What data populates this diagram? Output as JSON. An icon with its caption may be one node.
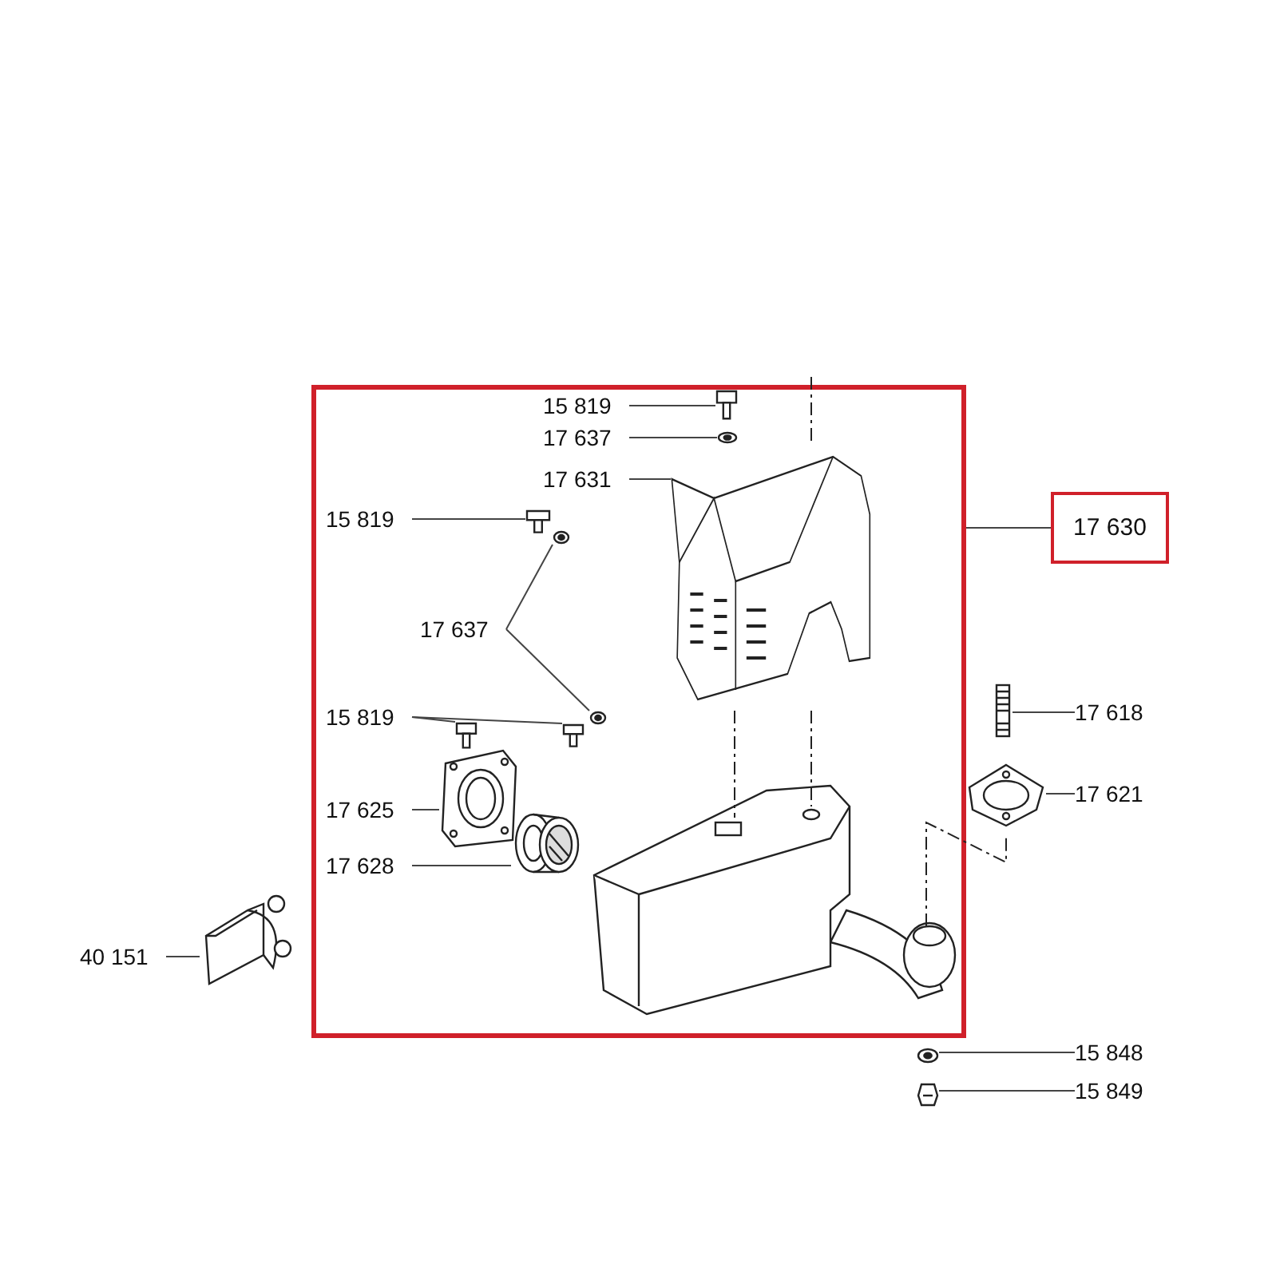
{
  "diagram": {
    "nodes": [
      {
        "text": [],
        "shape": "box"
      },
      {
        "text": [
          "15 819"
        ],
        "in": 0
      },
      {
        "text": [],
        "shape": "picture",
        "in": 0
      },
      {
        "text": [
          "17 637"
        ],
        "in": 0
      },
      {
        "text": [],
        "shape": "picture",
        "in": 0
      },
      {
        "text": [
          "17 631"
        ],
        "in": 0
      },
      {
        "text": [],
        "shape": "picture",
        "in": 0
      },
      {
        "text": [
          "15 819"
        ],
        "in": 0
      },
      {
        "text": [],
        "shape": "picture",
        "in": 0
      },
      {
        "text": [
          "17 637"
        ],
        "in": 0
      },
      {
        "text": [],
        "shape": "picture",
        "in": 0
      },
      {
        "text": [],
        "shape": "picture",
        "in": 0
      },
      {
        "text": [
          "15 819"
        ],
        "in": 0
      },
      {
        "text": [],
        "shape": "picture",
        "in": 0
      },
      {
        "text": [],
        "shape": "picture",
        "in": 0
      },
      {
        "text": [
          "17 625"
        ],
        "in": 0
      },
      {
        "text": [],
        "shape": "picture",
        "in": 0
      },
      {
        "text": [
          "17 628"
        ],
        "in": 0
      },
      {
        "text": [],
        "shape": "picture",
        "in": 0
      },
      {
        "text": [
          "17 630"
        ]
      },
      {
        "text": [
          "17 618"
        ]
      },
      {
        "text": [],
        "shape": "picture"
      },
      {
        "text": [
          "17 621"
        ]
      },
      {
        "text": [],
        "shape": "picture"
      },
      {
        "text": [
          "15 848"
        ]
      },
      {
        "text": [],
        "shape": "picture"
      },
      {
        "text": [
          "15 849"
        ]
      },
      {
        "text": [],
        "shape": "picture"
      },
      {
        "text": [
          "40 151"
        ]
      },
      {
        "text": [],
        "shape": "picture"
      }
    ],
    "edges": [
      {
        "from": 1,
        "to": 2,
        "arrow": "none"
      },
      {
        "from": 3,
        "to": 4,
        "arrow": "none"
      },
      {
        "from": 5,
        "to": 6,
        "arrow": "none"
      },
      {
        "from": 7,
        "to": 8,
        "arrow": "none"
      },
      {
        "from": 9,
        "to": 10,
        "arrow": "none"
      },
      {
        "from": 9,
        "to": 11,
        "arrow": "none"
      },
      {
        "from": 12,
        "to": 13,
        "arrow": "none"
      },
      {
        "from": 12,
        "to": 14,
        "arrow": "none"
      },
      {
        "from": 15,
        "to": 16,
        "arrow": "none"
      },
      {
        "from": 17,
        "to": 18,
        "arrow": "none"
      },
      {
        "from": 19,
        "to": 0,
        "arrow": "none"
      },
      {
        "from": 20,
        "to": 21,
        "arrow": "none"
      },
      {
        "from": 22,
        "to": 23,
        "arrow": "none"
      },
      {
        "from": 24,
        "to": 25,
        "arrow": "none"
      },
      {
        "from": 26,
        "to": 27,
        "arrow": "none"
      },
      {
        "from": 28,
        "to": 29,
        "arrow": "none"
      }
    ]
  }
}
